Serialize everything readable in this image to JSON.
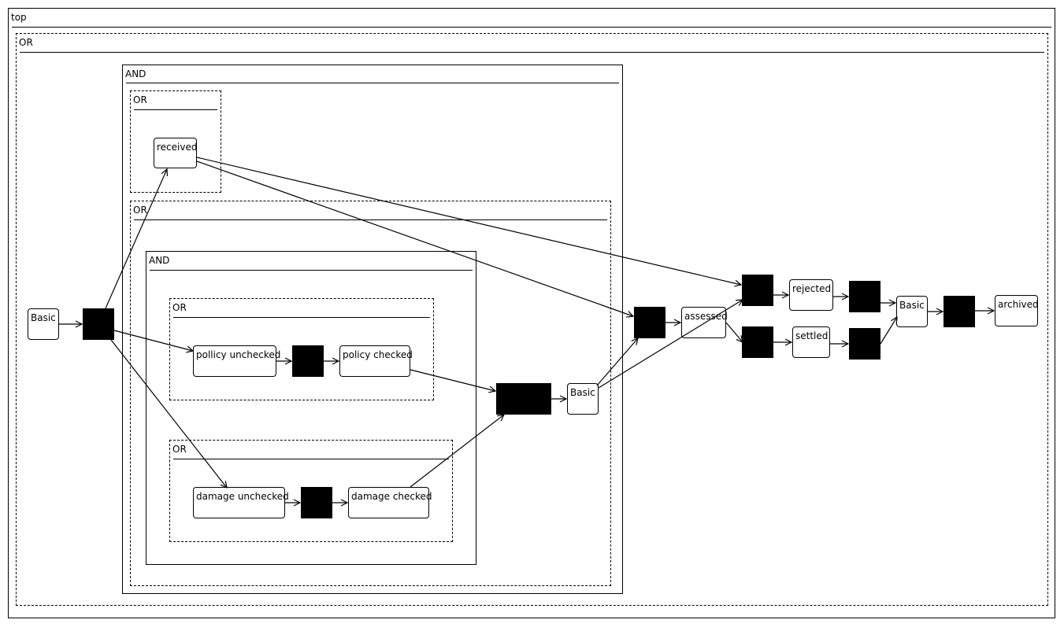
{
  "frames": {
    "top": "top",
    "or_main": "OR",
    "and_outer": "AND",
    "or_received": "OR",
    "or_checks": "OR",
    "and_inner": "AND",
    "or_policy": "OR",
    "or_damage": "OR"
  },
  "states": {
    "basic_start": "Basic",
    "received": "received",
    "policy_unchecked": "pollicy unchecked",
    "policy_checked": "policy checked",
    "damage_unchecked": "damage unchecked",
    "damage_checked": "damage checked",
    "basic_join": "Basic",
    "assessed": "assessed",
    "rejected": "rejected",
    "settled": "settled",
    "basic_end": "Basic",
    "archived": "archived"
  },
  "colors": {
    "line": "#000000",
    "fill": "#000000",
    "background": "#ffffff"
  }
}
